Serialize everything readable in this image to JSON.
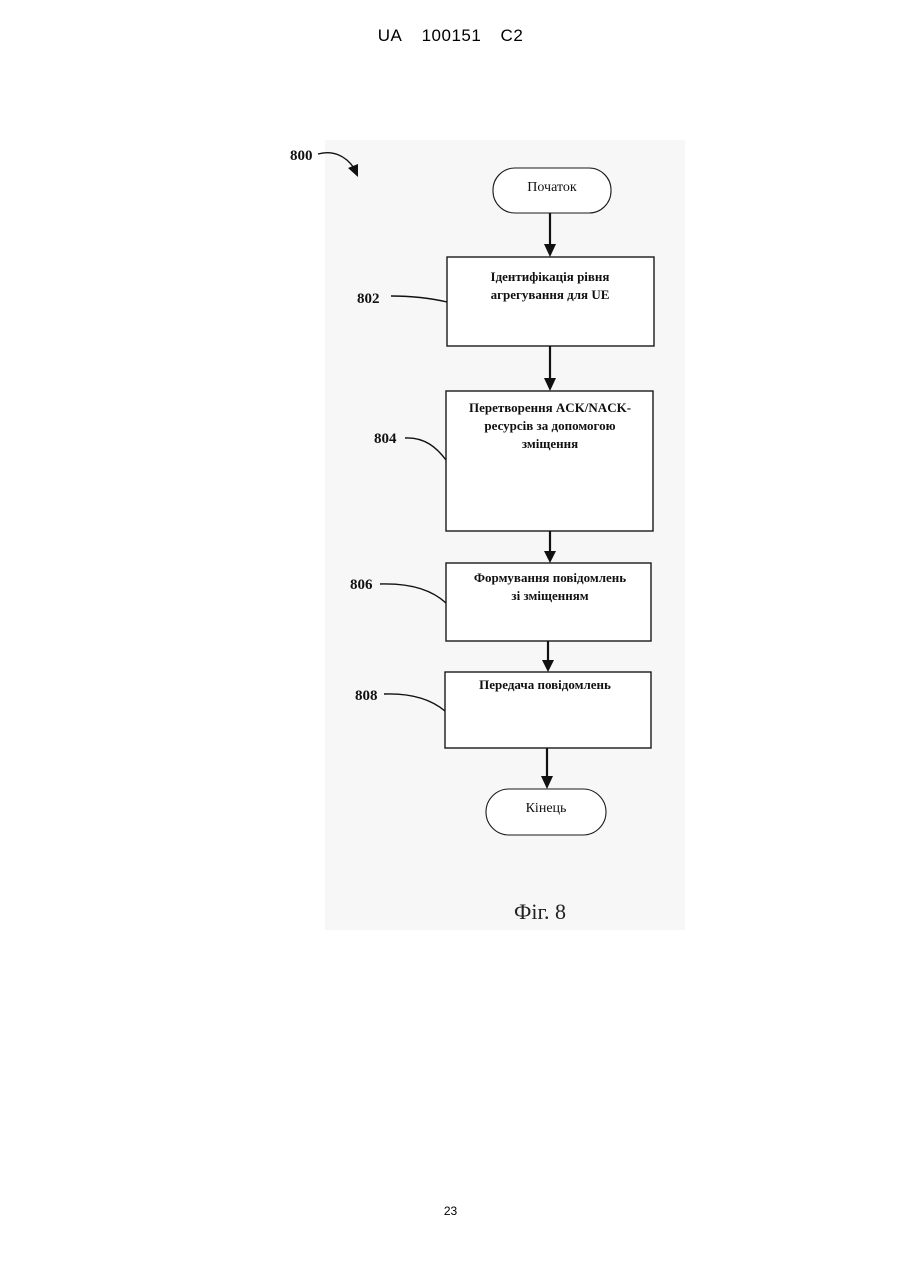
{
  "header": {
    "country": "UA",
    "number": "100151",
    "kind": "C2"
  },
  "figure": {
    "ref_main": "800",
    "start": "Початок",
    "steps": [
      {
        "ref": "802",
        "lines": [
          "Ідентифікація рівня",
          "агрегування для UE"
        ]
      },
      {
        "ref": "804",
        "lines": [
          "Перетворення ACK/NACK-",
          "ресурсів за допомогою",
          "зміщення"
        ]
      },
      {
        "ref": "806",
        "lines": [
          "Формування повідомлень",
          "зі зміщенням"
        ]
      },
      {
        "ref": "808",
        "lines": [
          "Передача повідомлень"
        ]
      }
    ],
    "end": "Кінець",
    "caption": "Фіг. 8"
  },
  "footer": {
    "page_number": "23"
  }
}
